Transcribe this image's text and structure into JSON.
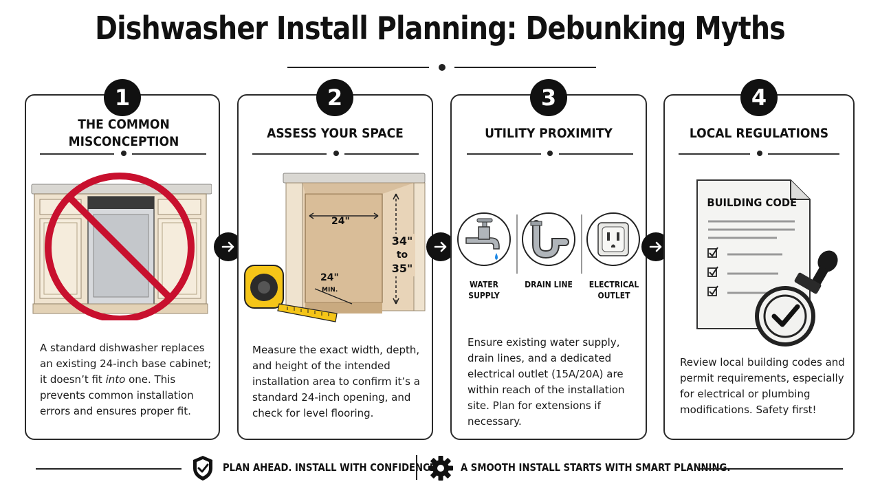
{
  "title": "Dishwasher Install Planning: Debunking Myths",
  "steps": [
    {
      "number": "1",
      "title": "THE COMMON MISCONCEPTION",
      "body_1": "A standard dishwasher replaces an existing 24-inch base cabinet; it doesn’t fit ",
      "body_em": "into",
      "body_2": " one. This prevents common installation errors and ensures proper fit."
    },
    {
      "number": "2",
      "title": "ASSESS YOUR SPACE",
      "body": "Measure the exact width, depth, and height of the intended installation area to confirm it’s a standard 24-inch opening, and check for level flooring.",
      "dims": {
        "width": "24\"",
        "height_top": "34\"",
        "height_mid": "to",
        "height_bottom": "35\"",
        "depth": "24\"",
        "depth_note": "MIN."
      }
    },
    {
      "number": "3",
      "title": "UTILITY PROXIMITY",
      "body": "Ensure existing water supply, drain lines, and a dedicated electrical outlet (15A/20A) are within reach of the installation site. Plan for extensions if necessary.",
      "utilities": [
        {
          "icon": "faucet-icon",
          "label": "WATER SUPPLY"
        },
        {
          "icon": "drain-pipe-icon",
          "label": "DRAIN LINE"
        },
        {
          "icon": "outlet-icon",
          "label": "ELECTRICAL OUTLET"
        }
      ]
    },
    {
      "number": "4",
      "title": "LOCAL REGULATIONS",
      "body": "Review local building codes and permit requirements, especially for electrical or plumbing modifications. Safety first!",
      "document_title": "BUILDING CODE"
    }
  ],
  "footer": {
    "left": "PLAN AHEAD. INSTALL WITH CONFIDENCE.",
    "right": "A SMOOTH INSTALL STARTS WITH SMART PLANNING."
  },
  "colors": {
    "prohibit_red": "#c8102e",
    "cabinet": "#efe3cf",
    "text": "#111111",
    "plywood": "#d9bd98",
    "tape_yellow": "#f5c518"
  }
}
